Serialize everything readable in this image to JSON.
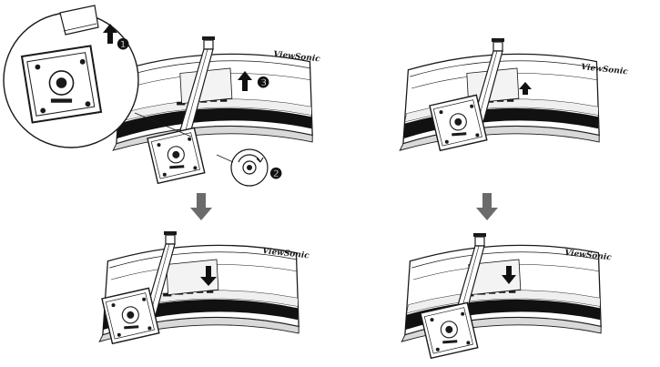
{
  "brand": {
    "logo_text": "ViewSonic"
  },
  "steps": [
    {
      "label": "❶",
      "direction": "up"
    },
    {
      "label": "❷",
      "direction": "rotate"
    },
    {
      "label": "❸",
      "direction": "up"
    }
  ],
  "panels": [
    {
      "id": "top-left",
      "action": "remove-bracket"
    },
    {
      "id": "top-right",
      "action": "bracket-removed"
    },
    {
      "id": "bottom-left",
      "action": "insert-bracket"
    },
    {
      "id": "bottom-right",
      "action": "bracket-installed"
    }
  ],
  "colors": {
    "ink": "#1a1a1a",
    "fill_dark": "#111111",
    "fill_mid": "#bdbdbd",
    "fill_light": "#efefef",
    "arrow_gray": "#6b6b6b"
  },
  "icons": {
    "down_arrow": "down-arrow-icon",
    "up_arrow": "up-arrow-icon",
    "rotate": "rotate-icon"
  }
}
